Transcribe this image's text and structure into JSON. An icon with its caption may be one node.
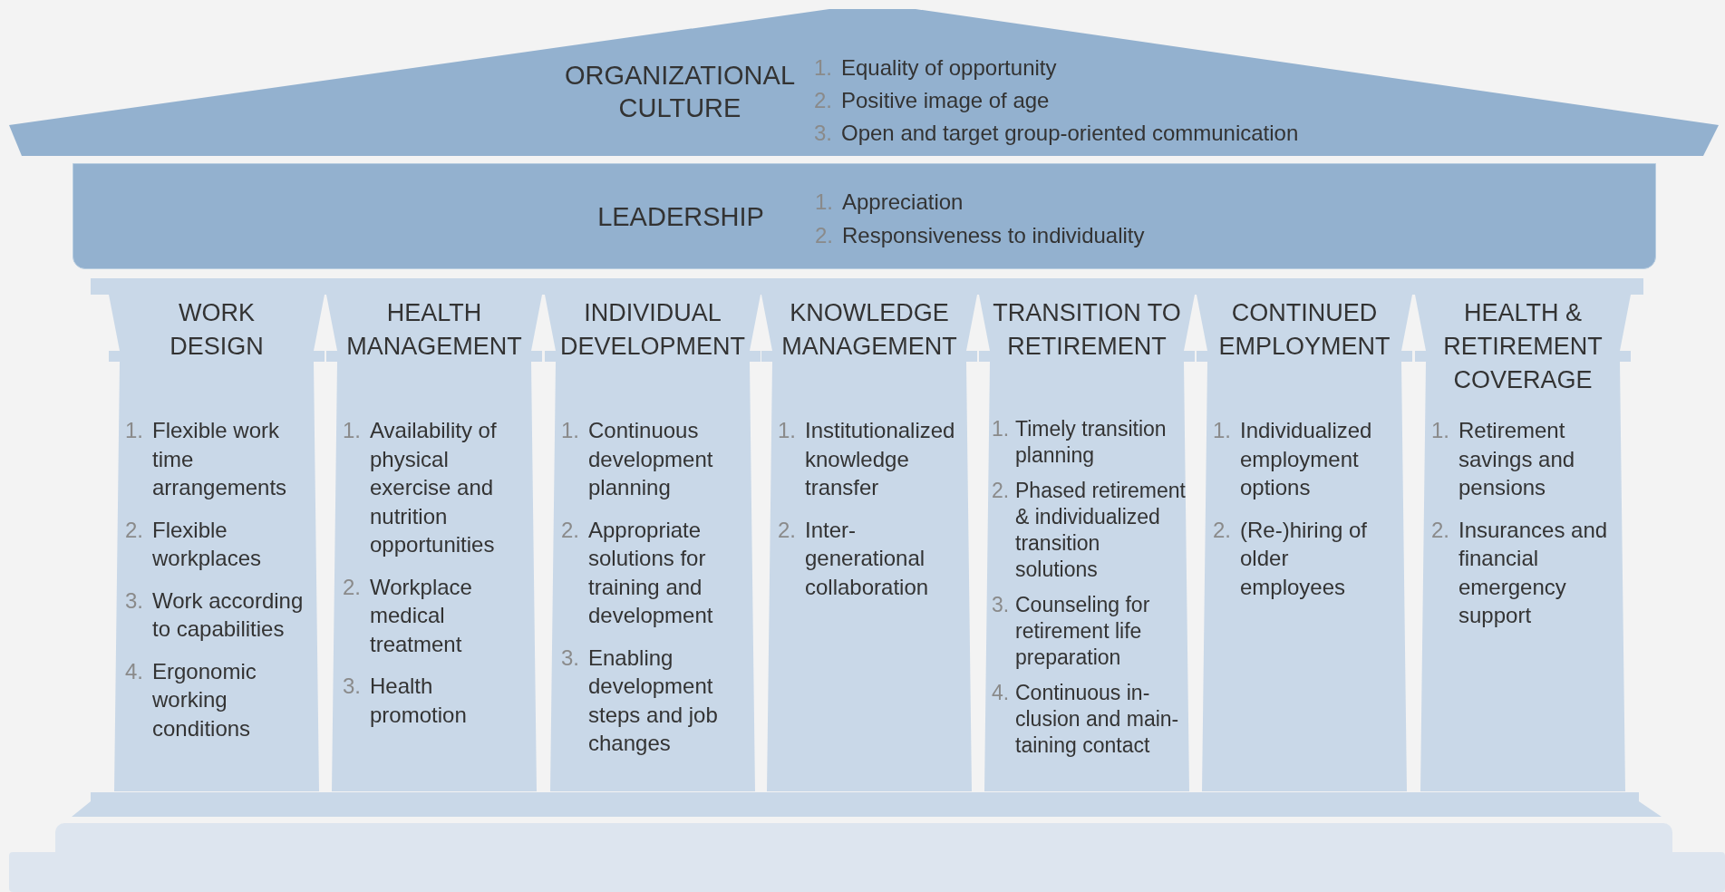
{
  "diagram": {
    "nodes": [
      {
        "text": [
          "ORGANIZATIONAL CULTURE",
          "1. Equality of opportunity",
          "2. Positive image of age",
          "3. Open and target group-oriented communication"
        ]
      },
      {
        "text": [
          "LEADERSHIP",
          "1. Appreciation",
          "2. Responsiveness to individuality"
        ]
      },
      {
        "text": [
          "WORK DESIGN",
          "1. Flexible work time arrangements",
          "2. Flexible workplaces",
          "3. Work according to capabilities",
          "4. Ergonomic working conditions"
        ]
      },
      {
        "text": [
          "HEALTH MANAGEMENT",
          "1. Availability of physical exercise and nutrition opportunities",
          "2. Workplace medical treatment",
          "3. Health promotion"
        ]
      },
      {
        "text": [
          "INDIVIDUAL DEVELOPMENT",
          "1. Continuous development planning",
          "2. Appropriate solutions for training and development",
          "3. Enabling development steps and job changes"
        ]
      },
      {
        "text": [
          "KNOWLEDGE MANAGEMENT",
          "1. Institutionalized knowledge transfer",
          "2. Inter-generational collaboration"
        ]
      },
      {
        "text": [
          "TRANSITION TO RETIREMENT",
          "1. Timely transition planning",
          "2. Phased retirement & individualized transition solutions",
          "3. Counseling for retirement life preparation",
          "4. Continuous in-clusion and main-taining contact"
        ]
      },
      {
        "text": [
          "CONTINUED EMPLOYMENT",
          "1. Individualized employment options",
          "2. (Re-)hiring of older employees"
        ]
      },
      {
        "text": [
          "HEALTH & RETIREMENT COVERAGE",
          "1. Retirement savings and pensions",
          "2. Insurances and financial emergency support"
        ]
      }
    ]
  }
}
